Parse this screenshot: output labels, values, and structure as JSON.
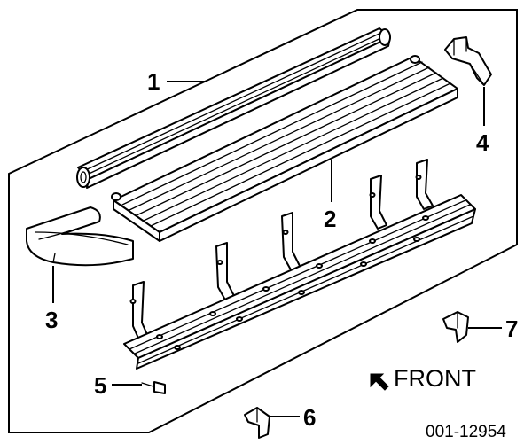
{
  "callouts": {
    "c1": "1",
    "c2": "2",
    "c3": "3",
    "c4": "4",
    "c5": "5",
    "c6": "6",
    "c7": "7"
  },
  "front_label": "FRONT",
  "part_number": "001-12954",
  "icons": {
    "front_arrow": "front-arrow-icon"
  },
  "colors": {
    "ink": "#000000",
    "paper": "#ffffff"
  }
}
